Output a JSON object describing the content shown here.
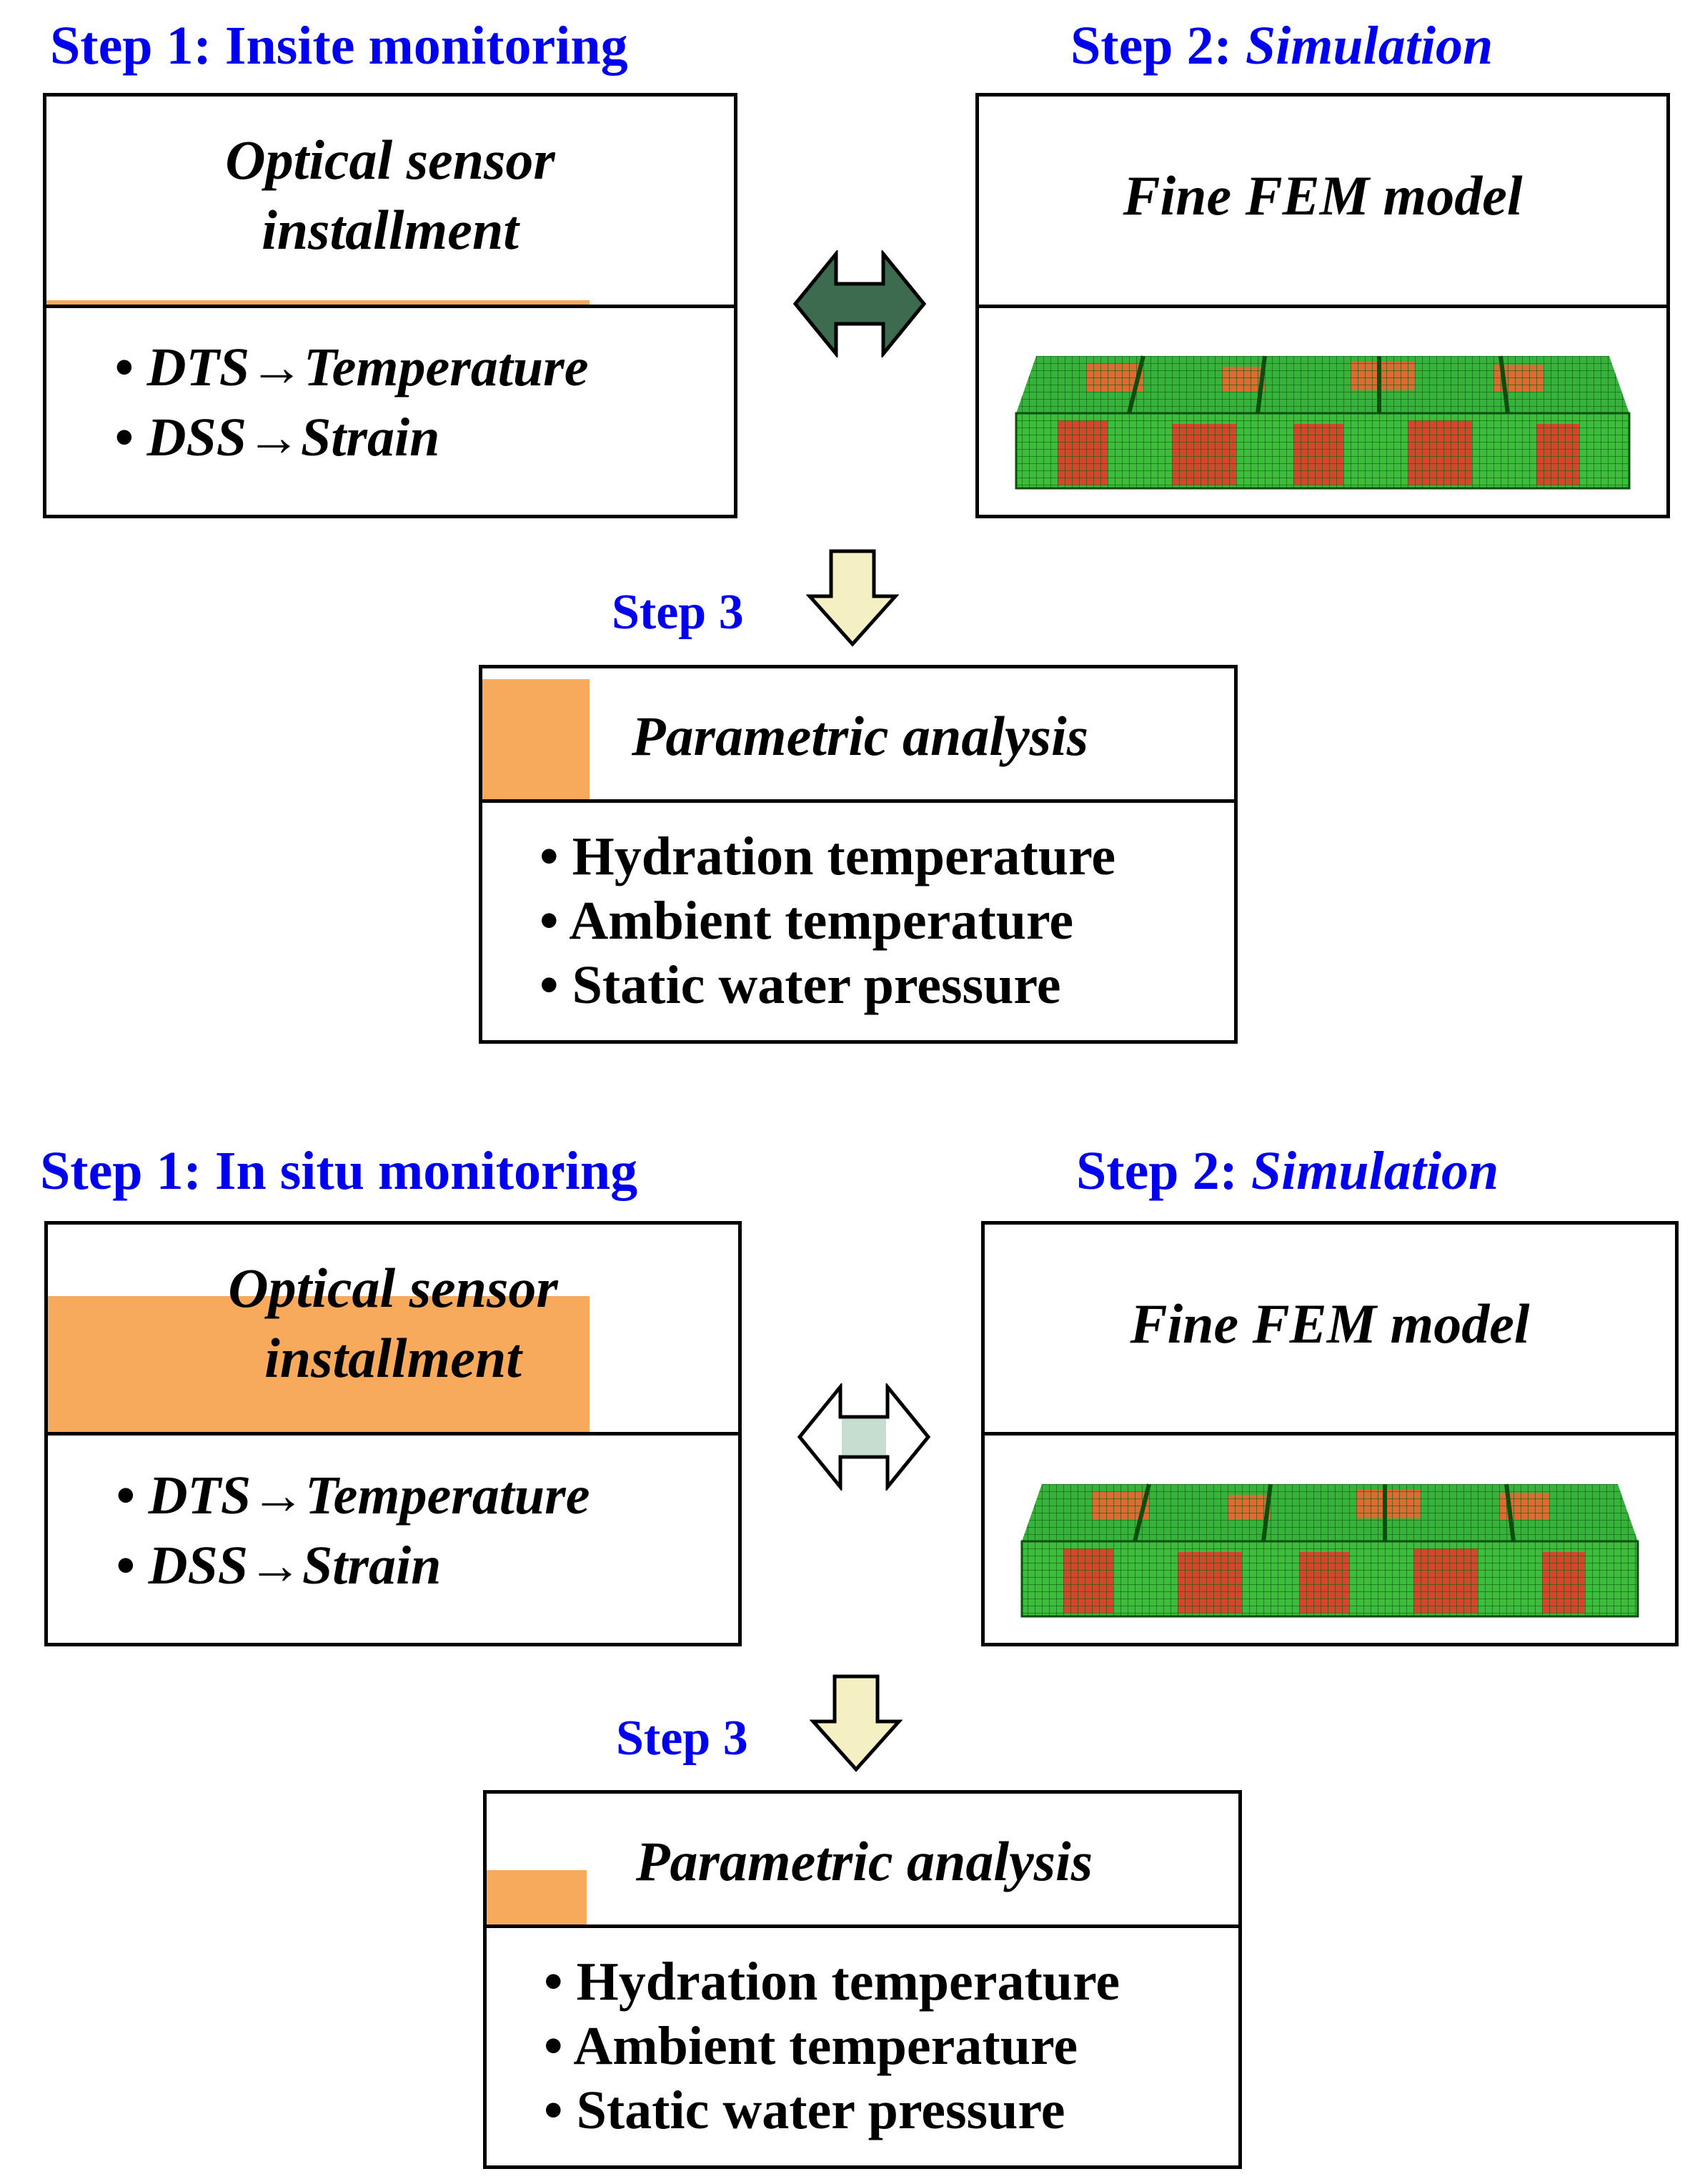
{
  "panels": [
    {
      "step1": {
        "prefix": "Step 1",
        "colon": ":",
        "name": "Insite monitoring"
      },
      "step2": {
        "prefix": "Step 2",
        "colon": ":",
        "name": "Simulation"
      },
      "step3": {
        "label": "Step 3"
      },
      "sensor_box": {
        "title_line1": "Optical sensor",
        "title_line2": "installment",
        "items": [
          "• DTS→Temperature",
          "• DSS→Strain"
        ]
      },
      "fem_box": {
        "title": "Fine FEM model"
      },
      "param_box": {
        "title": "Parametric analysis",
        "items": [
          "• Hydration temperature",
          "• Ambient temperature",
          "• Static water pressure"
        ]
      },
      "arrow_fill": "#3c6b50"
    },
    {
      "step1": {
        "prefix": "Step 1",
        "colon": ":",
        "name": "In situ monitoring"
      },
      "step2": {
        "prefix": "Step 2",
        "colon": ":",
        "name": "Simulation"
      },
      "step3": {
        "label": "Step 3"
      },
      "sensor_box": {
        "title_line1": "Optical sensor",
        "title_line2": "installment",
        "items": [
          "• DTS→Temperature",
          "• DSS→Strain"
        ]
      },
      "fem_box": {
        "title": "Fine FEM model"
      },
      "param_box": {
        "title": "Parametric analysis",
        "items": [
          "• Hydration temperature",
          "• Ambient temperature",
          "• Static water pressure"
        ]
      },
      "arrow_fill": "#ffffff"
    }
  ],
  "colors": {
    "step_title": "#0000ee",
    "highlight": "#f7a95c",
    "down_arrow": "#f5f0c4",
    "fem_green": "#2fa82f",
    "fem_red": "#d8452a"
  },
  "icons": [
    "double-arrow-icon",
    "down-arrow-icon",
    "fem-model-image"
  ]
}
